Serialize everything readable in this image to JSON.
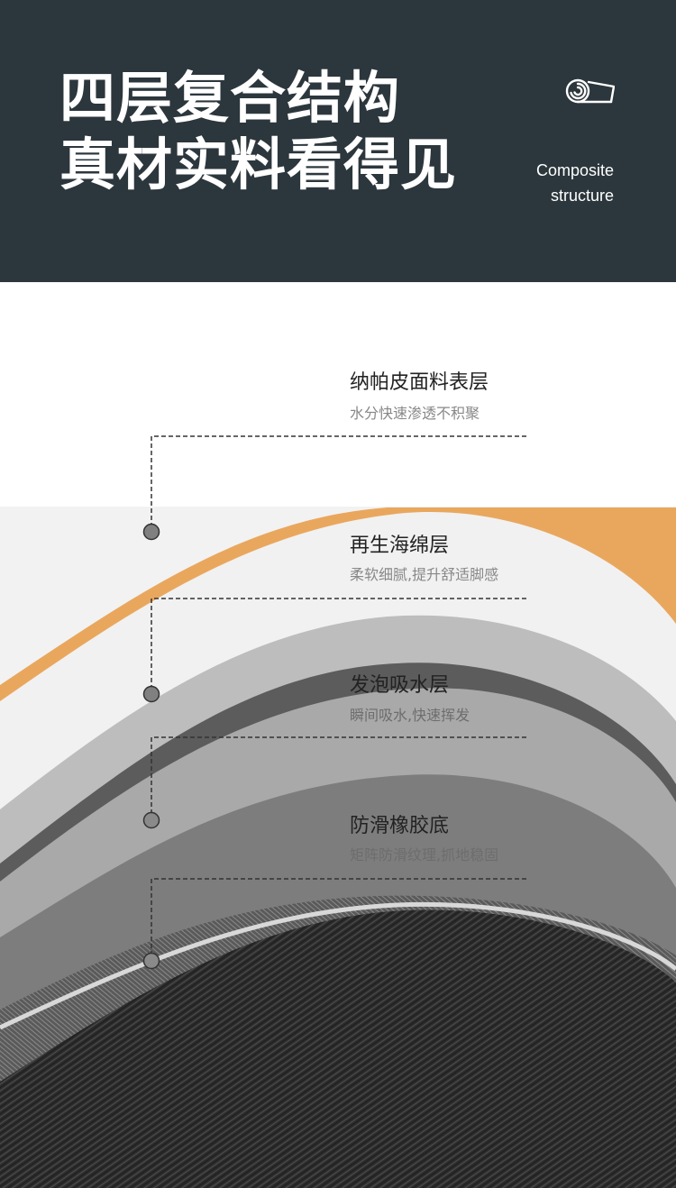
{
  "header": {
    "headline_line1": "四层复合结构",
    "headline_line2": "真材实料看得见",
    "subtitle_line1": "Composite",
    "subtitle_line2": "structure",
    "icon": "material-roll-icon",
    "background_color": "#2c373d"
  },
  "layers": [
    {
      "title": "纳帕皮面料表层",
      "description": "水分快速渗透不积聚",
      "color": "#e9a75e"
    },
    {
      "title": "再生海绵层",
      "description": "柔软细腻,提升舒适脚感",
      "color": "#f1f1f1"
    },
    {
      "title": "发泡吸水层",
      "description": "瞬间吸水,快速挥发",
      "color": "#bdbdbd"
    },
    {
      "title": "防滑橡胶底",
      "description": "矩阵防滑纹理,抓地稳固",
      "color": "#2a2a2a"
    }
  ]
}
